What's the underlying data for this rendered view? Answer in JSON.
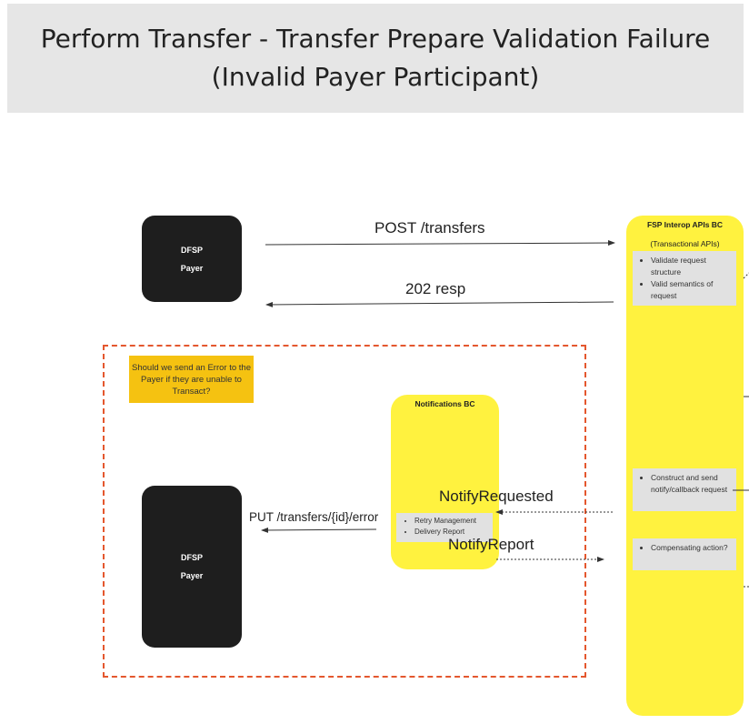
{
  "title": {
    "line1": "Perform Transfer - Transfer Prepare Validation Failure",
    "line2": "(Invalid Payer Participant)"
  },
  "payer_top": {
    "name": "DFSP",
    "role": "Payer"
  },
  "payer_bottom": {
    "name": "DFSP",
    "role": "Payer"
  },
  "note_text": "Should we send an Error to the Payer if they are unable to Transact?",
  "fsp_bc": {
    "title": "FSP Interop APIs BC",
    "subtitle": "(Transactional APIs)",
    "box1": [
      "Validate request structure",
      "Valid semantics of request"
    ],
    "box2": [
      "Construct and send notify/callback request"
    ],
    "box3": [
      "Compensating action?"
    ]
  },
  "notifications_bc": {
    "title": "Notifications BC",
    "items": [
      "Retry Management",
      "Delivery Report"
    ]
  },
  "arrows": {
    "post": "POST /transfers",
    "resp": "202 resp",
    "put_error": "PUT /transfers/{id}/error",
    "notify_requested": "NotifyRequested",
    "notify_report": "NotifyReport"
  },
  "colors": {
    "bc_yellow": "#fff23f",
    "note_orange": "#f5c211",
    "dashed_red": "#e4572e",
    "participant_black": "#1e1e1e",
    "title_grey": "#e6e6e6"
  }
}
